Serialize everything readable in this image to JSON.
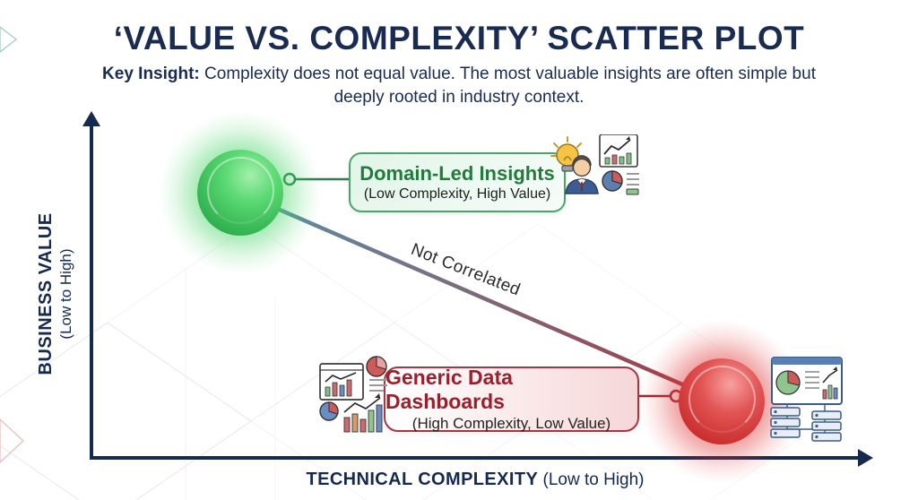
{
  "header": {
    "title": "‘VALUE VS. COMPLEXITY’ SCATTER PLOT",
    "key_insight_label": "Key Insight:",
    "key_insight_text": "Complexity does not equal value. The most valuable insights are often simple but deeply rooted in industry context."
  },
  "axes": {
    "y_title": "BUSINESS VALUE",
    "y_subtitle": "(Low to High)",
    "x_title": "TECHNICAL COMPLEXITY",
    "x_subtitle": " (Low to High)",
    "axis_color": "#16294e"
  },
  "annotation": {
    "line_label": "Not Correlated",
    "line_gradient": [
      "#5b8fa8",
      "#7c6a78",
      "#a83640"
    ]
  },
  "points": {
    "green": {
      "label": "Domain-Led Insights",
      "sublabel": "(Low Complexity, High Value)",
      "dot_color": "#3ec759",
      "accent_color": "#2f7d4f",
      "icons": [
        "lightbulb-icon",
        "analyst-icon",
        "trend-chart-icon",
        "pie-chart-icon"
      ]
    },
    "red": {
      "label": "Generic Data Dashboards",
      "sublabel": "(High Complexity, Low Value)",
      "dot_color": "#d93535",
      "accent_color": "#9c2430",
      "icons": [
        "dashboard-window-icon",
        "pie-chart-icon",
        "bar-chart-icon",
        "dashboard-monitor-icon",
        "server-rack-icon"
      ]
    }
  },
  "chart_data": {
    "type": "scatter",
    "title": "‘VALUE VS. COMPLEXITY’ SCATTER PLOT",
    "subtitle": "Key Insight: Complexity does not equal value. The most valuable insights are often simple but deeply rooted in industry context.",
    "xlabel": "TECHNICAL COMPLEXITY (Low to High)",
    "ylabel": "BUSINESS VALUE (Low to High)",
    "xlim": [
      0,
      1
    ],
    "ylim": [
      0,
      1
    ],
    "grid": false,
    "legend": "none",
    "points": [
      {
        "label": "Domain-Led Insights",
        "note": "(Low Complexity, High Value)",
        "x": 0.2,
        "y": 0.78,
        "color": "#3ec759"
      },
      {
        "label": "Generic Data Dashboards",
        "note": "(High Complexity, Low Value)",
        "x": 0.82,
        "y": 0.17,
        "color": "#d93535"
      }
    ],
    "annotations": [
      {
        "text": "Not Correlated",
        "type": "connector-line-label",
        "from": "Domain-Led Insights",
        "to": "Generic Data Dashboards"
      }
    ]
  }
}
